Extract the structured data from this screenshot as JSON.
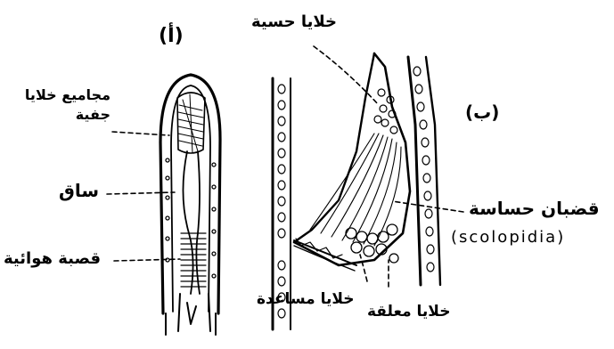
{
  "figure_a": {
    "marker": "(أ)",
    "labels": {
      "cilia_cells": "مجاميع خلايا جفية",
      "shaft": "ساق",
      "trachea": "قصبة هوائية"
    }
  },
  "figure_b": {
    "marker": "(ب)",
    "labels": {
      "sensory_cells": "خلايا حسية",
      "sensory_rods": "قضبان حساسة",
      "scolopidia": "(scolopidia)",
      "auxiliary_cells": "خلايا مساعدة",
      "attachment_cells": "خلايا معلقة"
    }
  },
  "colors": {
    "ink": "#000000",
    "background": "#ffffff"
  }
}
